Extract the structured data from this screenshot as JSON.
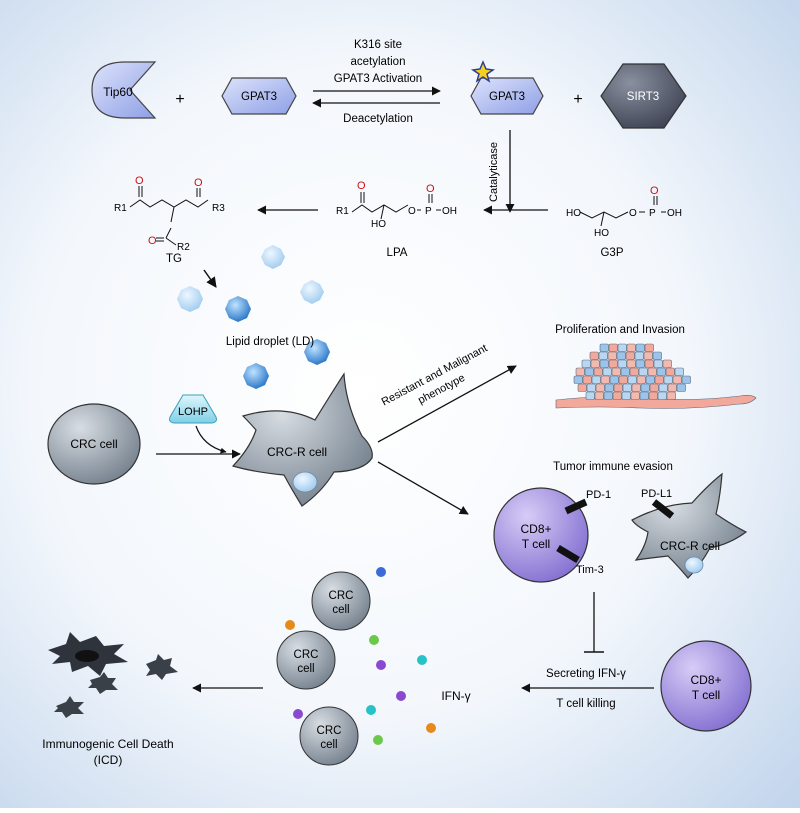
{
  "molecules": {
    "tip60": "Tip60",
    "gpat3_left": "GPAT3",
    "gpat3_right": "GPAT3",
    "sirt3": "SIRT3",
    "plus": "+"
  },
  "reaction": {
    "line1": "K316 site",
    "line2": "acetylation",
    "line3": "GPAT3 Activation",
    "reverse": "Deacetylation",
    "catalytic": "Catalyticase"
  },
  "chemistry": {
    "tg": "TG",
    "lpa": "LPA",
    "g3p": "G3P",
    "r1": "R1",
    "r2": "R2",
    "r3": "R3",
    "ho": "HO",
    "oh": "OH",
    "o": "O",
    "p": "P"
  },
  "lipid_droplet_label": "Lipid droplet (LD)",
  "lohp": "LOHP",
  "cells": {
    "crc_cell": "CRC cell",
    "crc_r_cell": "CRC-R cell",
    "crc_r_cell_2": "CRC-R cell",
    "crc_line1": "CRC",
    "crc_line2": "cell",
    "cd8_line1": "CD8+",
    "cd8_line2": "T cell"
  },
  "phenotype": {
    "line1": "Resistant and Malignant",
    "line2": "phenotype"
  },
  "proliferation": "Proliferation and Invasion",
  "immune_evasion": "Tumor immune evasion",
  "receptors": {
    "pd1": "PD-1",
    "tim3": "Tim-3",
    "pdl1": "PD-L1"
  },
  "killing": {
    "secreting": "Secreting IFN-γ",
    "t_cell_killing": "T cell killing",
    "ifn": "IFN-γ"
  },
  "icd": {
    "line1": "Immunogenic Cell Death",
    "line2": "(ICD)"
  },
  "colors": {
    "protein_fill": "#a9b8f0",
    "protein_dark": "#4e5566",
    "crc_cell_fill": "#8e9aa6",
    "tcell_fill": "#9f8ee0",
    "droplet_blue": "#3a8fd6",
    "oxygen_red": "#d01010"
  }
}
